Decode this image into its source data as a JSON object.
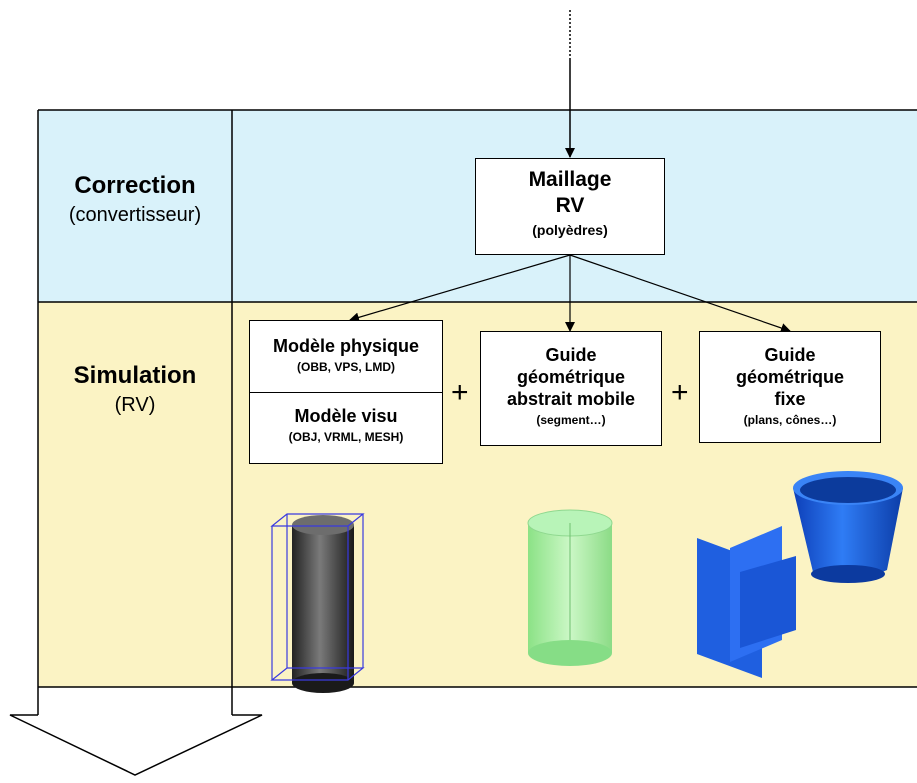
{
  "rows": {
    "correction": {
      "title": "Correction",
      "subtitle": "(convertisseur)"
    },
    "simulation": {
      "title": "Simulation",
      "subtitle": "(RV)"
    }
  },
  "mesh_box": {
    "line1": "Maillage",
    "line2": "RV",
    "detail": "(polyèdres)"
  },
  "physical_model": {
    "title": "Modèle physique",
    "detail": "(OBB, VPS, LMD)"
  },
  "visual_model": {
    "title": "Modèle visu",
    "detail": "(OBJ, VRML, MESH)"
  },
  "mobile_guide": {
    "line1": "Guide",
    "line2": "géométrique",
    "line3": "abstrait mobile",
    "detail": "(segment…)"
  },
  "fixed_guide": {
    "line1": "Guide",
    "line2": "géométrique",
    "line3": "fixe",
    "detail": "(plans, cônes…)"
  },
  "operators": {
    "plus1": "+",
    "plus2": "+"
  },
  "colors": {
    "correction_band": "#d9f2fa",
    "simulation_band": "#fbf3c4",
    "cylinder_dark": "#444444",
    "bounding_box": "#3a3adf",
    "guide_green": "#9ef09e",
    "fixed_blue": "#1f5fe0"
  },
  "icons": [
    "bounding-box-cylinder-icon",
    "transparent-cylinder-icon",
    "planes-and-cone-icon",
    "down-arrow-icon"
  ]
}
